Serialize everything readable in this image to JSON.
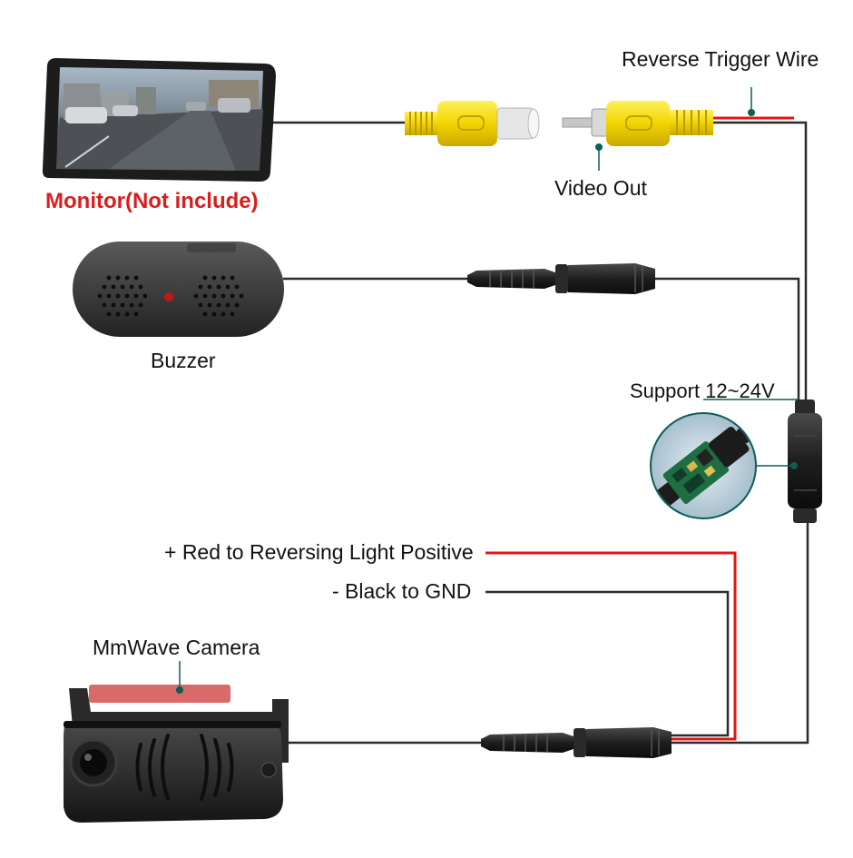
{
  "labels": {
    "reverse_trigger": "Reverse Trigger Wire",
    "video_out": "Video Out",
    "monitor": "Monitor(Not include)",
    "buzzer": "Buzzer",
    "support": "Support 12~24V",
    "red_wire": "+ Red to Reversing Light Positive",
    "black_wire": "- Black to GND",
    "camera": "MmWave Camera"
  },
  "colors": {
    "cable": "#2b2b2b",
    "red_wire": "#e01717",
    "rca_yellow": "#f2d400",
    "label_red": "#d81e1e",
    "pointer_teal": "#0c5e57"
  }
}
